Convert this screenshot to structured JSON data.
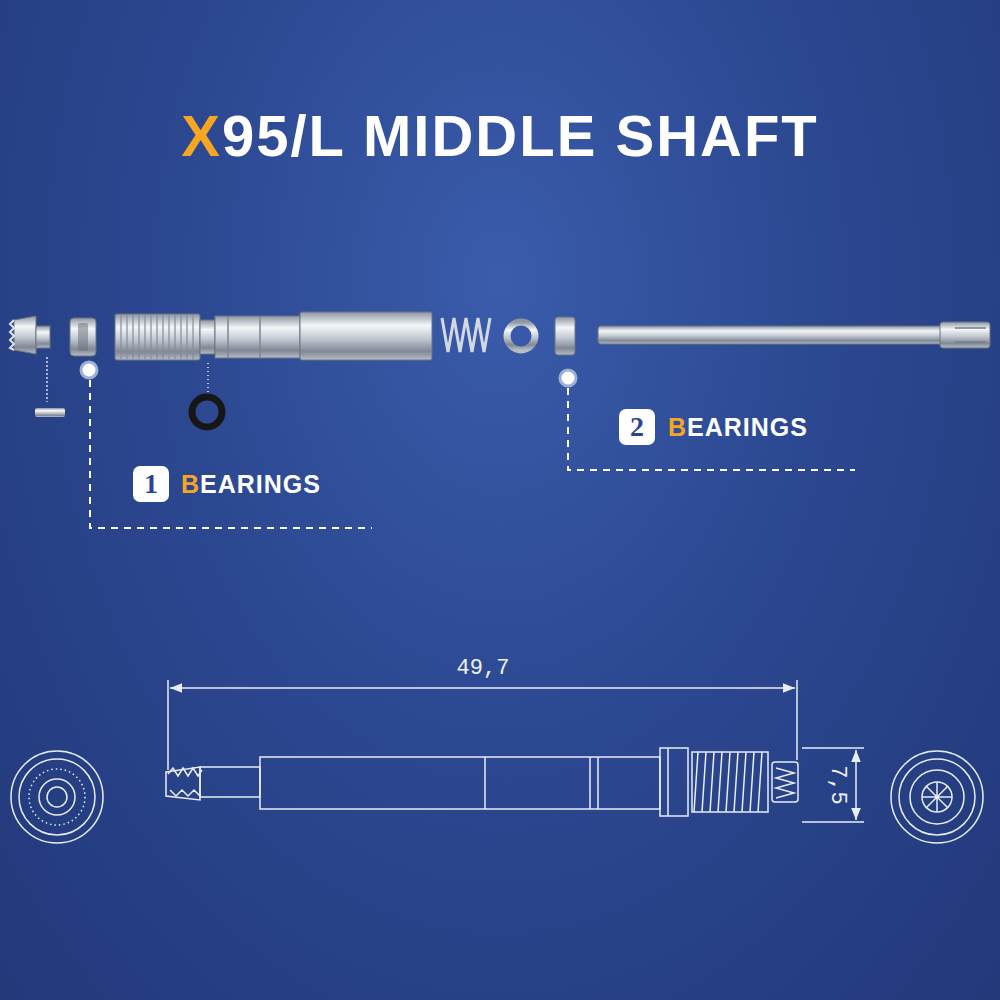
{
  "diagram": {
    "title": "X95/L MIDDLE SHAFT",
    "nodes": [
      {
        "text": [
          "1"
        ]
      },
      {
        "text": [
          "2"
        ]
      }
    ],
    "labels": [
      "BEARINGS",
      "BEARINGS",
      "49,7",
      "7,5"
    ]
  }
}
